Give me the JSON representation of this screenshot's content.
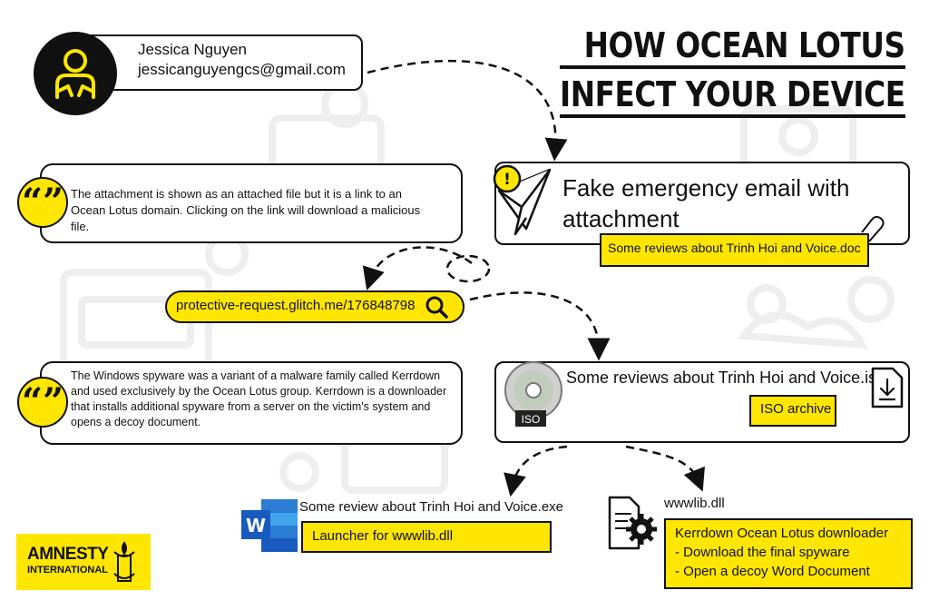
{
  "title": {
    "line1": "HOW OCEAN LOTUS",
    "line2": "INFECT YOUR DEVICE"
  },
  "sender": {
    "name": "Jessica Nguyen",
    "email": "jessicanguyengcs@gmail.com"
  },
  "note1": "The attachment is shown as an attached file but it is a link to an Ocean Lotus domain. Clicking on the link will download a malicious file.",
  "email": {
    "label": "Fake emergency email with attachment",
    "attachment": "Some reviews about Trinh Hoi and Voice.doc"
  },
  "url": "protective-request.glitch.me/176848798",
  "note2": "The Windows spyware was a variant of a malware family called Kerrdown and used exclusively by the Ocean Lotus group. Kerrdown is a downloader that installs additional spyware from a server on the victim's system and opens a decoy document.",
  "iso": {
    "filename": "Some reviews about Trinh Hoi and Voice.iso",
    "tag": "ISO archive",
    "disc_label": "ISO"
  },
  "exe": {
    "filename": "Some review about Trinh Hoi and Voice.exe",
    "desc": "Launcher for wwwlib.dll",
    "icon_letter": "W"
  },
  "dll": {
    "filename": "wwwlib.dll",
    "desc_title": "Kerrdown Ocean Lotus downloader",
    "bullets": [
      "- Download the final spyware",
      "- Open a decoy Word Document"
    ]
  },
  "logo": {
    "line1": "AMNESTY",
    "line2": "INTERNATIONAL"
  },
  "colors": {
    "accent": "#ffe600",
    "ink": "#111111",
    "faint": "#eeeeee"
  }
}
